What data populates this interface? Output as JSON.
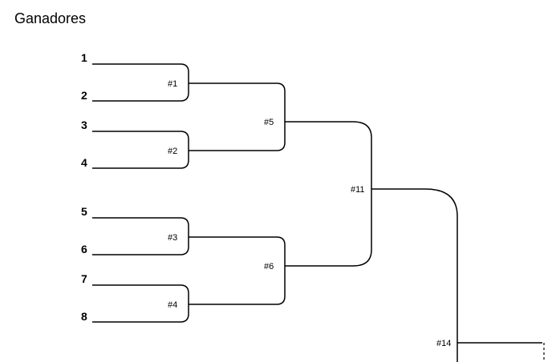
{
  "title": "Ganadores",
  "seeds": [
    "1",
    "2",
    "3",
    "4",
    "5",
    "6",
    "7",
    "8"
  ],
  "matches": {
    "m1": "#1",
    "m2": "#2",
    "m3": "#3",
    "m4": "#4",
    "m5": "#5",
    "m6": "#6",
    "m11": "#11",
    "m14": "#14"
  }
}
